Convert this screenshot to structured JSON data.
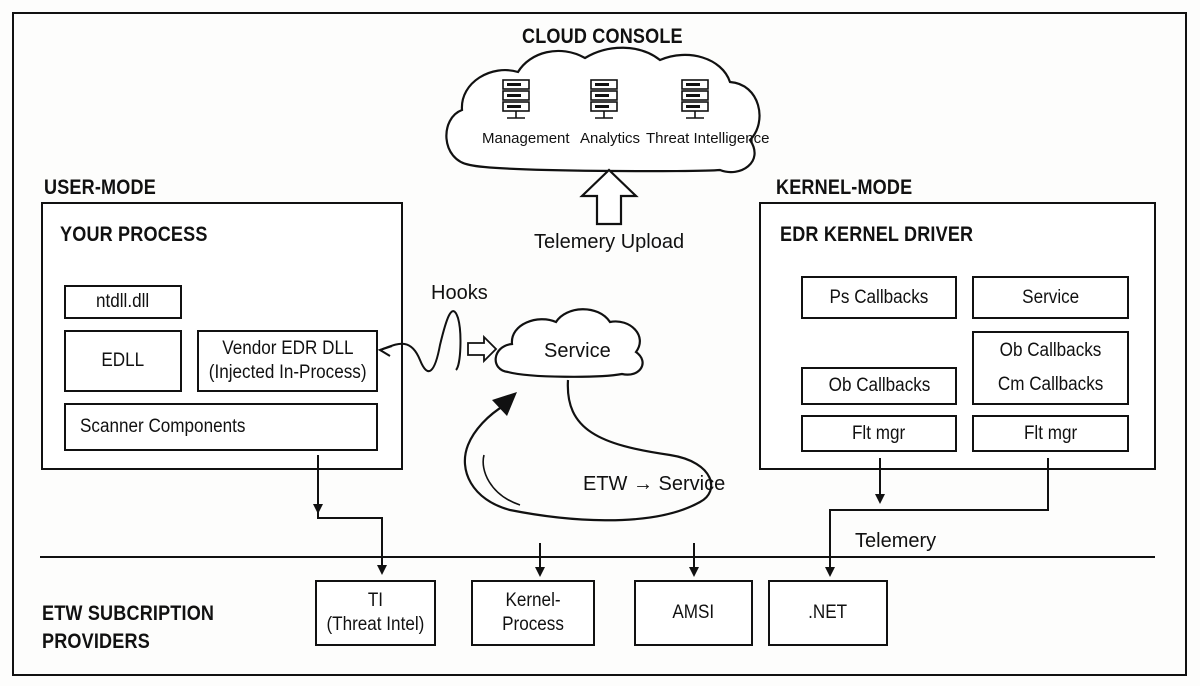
{
  "cloud": {
    "title": "CLOUD CONSOLE",
    "servers": [
      "Management",
      "Analytics",
      "Threat Intelligence"
    ],
    "upload_label": "Telemery Upload"
  },
  "user_mode": {
    "title": "USER-MODE",
    "process_title": "YOUR PROCESS",
    "ntdll": "ntdll.dll",
    "edll": "EDLL",
    "vendor_dll_line1": "Vendor EDR DLL",
    "vendor_dll_line2": "(Injected In-Process)",
    "scanner": "Scanner Components"
  },
  "middle": {
    "hooks": "Hooks",
    "service": "Service",
    "etw_service": "ETW → Service"
  },
  "kernel_mode": {
    "title": "KERNEL-MODE",
    "driver_title": "EDR KERNEL DRIVER",
    "ps_callbacks": "Ps Callbacks",
    "service": "Service",
    "ob_cm_line1": "Ob Callbacks",
    "ob_cm_line2": "Cm Callbacks",
    "ob_callbacks": "Ob Callbacks",
    "flt_mgr_left": "Flt mgr",
    "flt_mgr_right": "Flt mgr"
  },
  "telemetry_label": "Telemery",
  "etw": {
    "title_line1": "ETW SUBCRIPTION",
    "title_line2": "PROVIDERS",
    "ti_line1": "TI",
    "ti_line2": "(Threat Intel)",
    "kernel_process": "Kernel-Process",
    "amsi": "AMSI",
    "dotnet": ".NET"
  }
}
